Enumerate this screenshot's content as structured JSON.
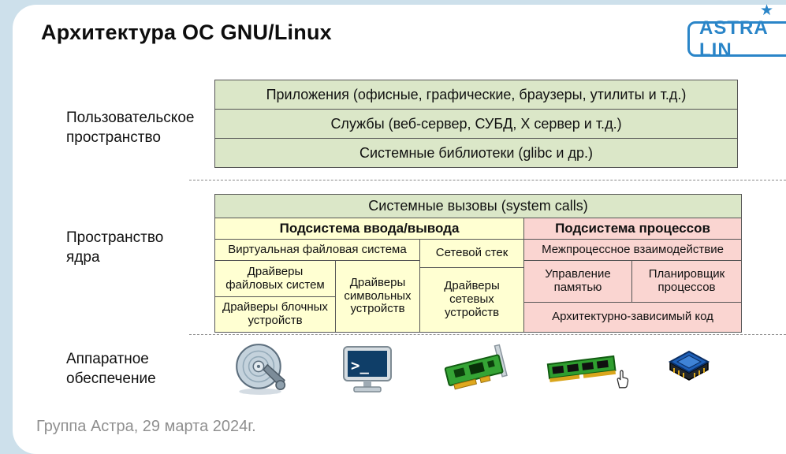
{
  "page": {
    "title": "Архитектура ОС GNU/Linux",
    "footer": "Группа Астра, 29 марта 2024г."
  },
  "logo": {
    "text": "ASTRA LIN",
    "star": "★",
    "color": "#2a85c8"
  },
  "side_labels": {
    "user_space": "Пользовательское пространство",
    "kernel_space": "Пространство ядра",
    "hardware": "Аппаратное обеспечение"
  },
  "user_space": {
    "rows": [
      "Приложения (офисные, графические, браузеры, утилиты и т.д.)",
      "Службы (веб-сервер, СУБД, X сервер и т.д.)",
      "Системные библиотеки (glibc и др.)"
    ]
  },
  "kernel": {
    "syscalls": "Системные вызовы (system calls)",
    "io": {
      "header": "Подсистема ввода/вывода",
      "vfs": "Виртуальная файловая система",
      "net_stack": "Сетевой стек",
      "fs_drivers": "Драйверы файловых систем",
      "char_drivers": "Драйверы символьных устройств",
      "block_drivers": "Драйверы блочных устройств",
      "net_drivers": "Драйверы сетевых устройств"
    },
    "proc": {
      "header": "Подсистема процессов",
      "ipc": "Межпроцессное взаимодействие",
      "memory": "Управление памятью",
      "scheduler": "Планировщик процессов",
      "arch": "Архитектурно-зависимый код"
    }
  },
  "hardware_icons": [
    "hdd-icon",
    "terminal-monitor-icon",
    "network-card-icon",
    "ram-module-icon",
    "cpu-chip-icon"
  ],
  "cursor": "hand-cursor-icon",
  "colors": {
    "green": "#dbe7c8",
    "yellow": "#ffffd2",
    "pink": "#fad5d1",
    "slide_blue": "#cde0eb",
    "logo_blue": "#2a85c8"
  }
}
